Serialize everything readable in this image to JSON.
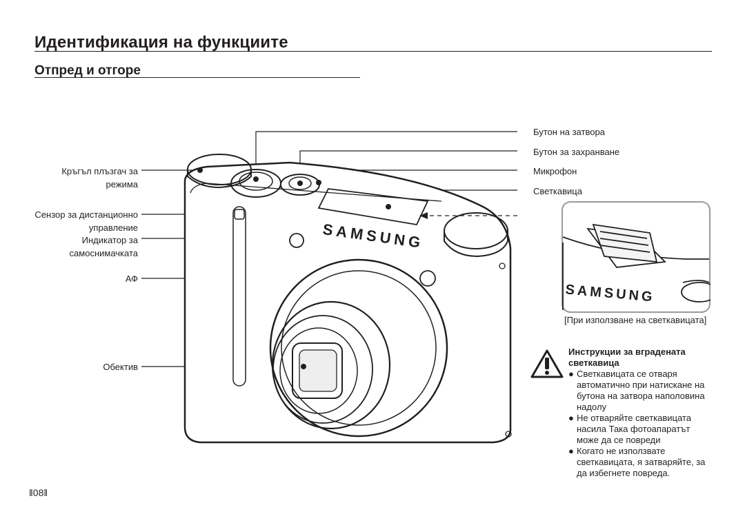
{
  "page": {
    "title": "Идентификация на функциите",
    "section_title": "Отпред и отгоре",
    "page_number": "‖08‖"
  },
  "callouts_left": {
    "mode_dial_1": "Кръгъл плъзгач за",
    "mode_dial_2": "режима",
    "remote_sensor_1": "Сензор за дистанционно",
    "remote_sensor_2": "управление",
    "timer_lamp_1": "Индикатор за",
    "timer_lamp_2": "самоснимачката",
    "af": "АФ",
    "lens": "Обектив"
  },
  "callouts_right": {
    "shutter_button": "Бутон на затвора",
    "power_button": "Бутон за захранване",
    "microphone": "Микрофон",
    "flash": "Светкавица"
  },
  "camera": {
    "brand": "SAMSUNG"
  },
  "inset": {
    "brand": "SAMSUNG",
    "caption": "[При използване на светкавицата]"
  },
  "notes": {
    "heading_1": "Инструкции за вградената",
    "heading_2": "светкавица",
    "items": [
      {
        "bullet": "●",
        "lines": [
          "Светкавицата се отваря",
          "автоматично при натискане на",
          "бутона на затвора наполовина",
          "надолу"
        ]
      },
      {
        "bullet": "●",
        "lines": [
          "Не отваряйте светкавицата",
          "насила Така фотоапаратът",
          "може да се повреди"
        ]
      },
      {
        "bullet": "●",
        "lines": [
          "Когато не използвате",
          "светкавицата, я затваряйте, за",
          "да избегнете повреда."
        ]
      }
    ]
  },
  "colors": {
    "ink": "#231f20",
    "inset_border": "#9a9a9a"
  }
}
